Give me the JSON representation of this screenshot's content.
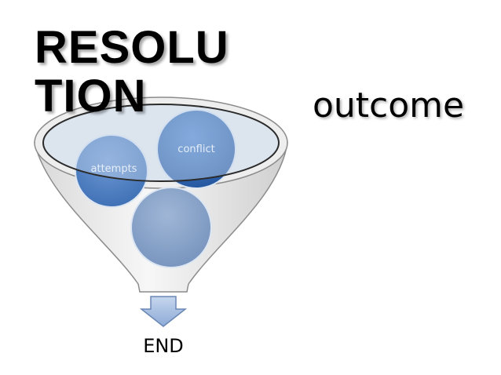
{
  "diagram": {
    "title": "RESOLU\nTION",
    "side_label": "outcome",
    "funnel": {
      "circles": [
        {
          "label": "attempts"
        },
        {
          "label": "conflict"
        },
        {
          "label": ""
        }
      ]
    },
    "arrow_label": "END"
  },
  "colors": {
    "funnel_fill": "#e8e8e8",
    "funnel_stroke": "#8c8c8c",
    "rim_fill": "#d6e2f3",
    "circle_dark": "#2c64b0",
    "circle_mid": "#4f82c6",
    "circle_light": "#8aa7cc",
    "arrow_fill": "#a3bbe0",
    "arrow_stroke": "#6a87b5"
  }
}
